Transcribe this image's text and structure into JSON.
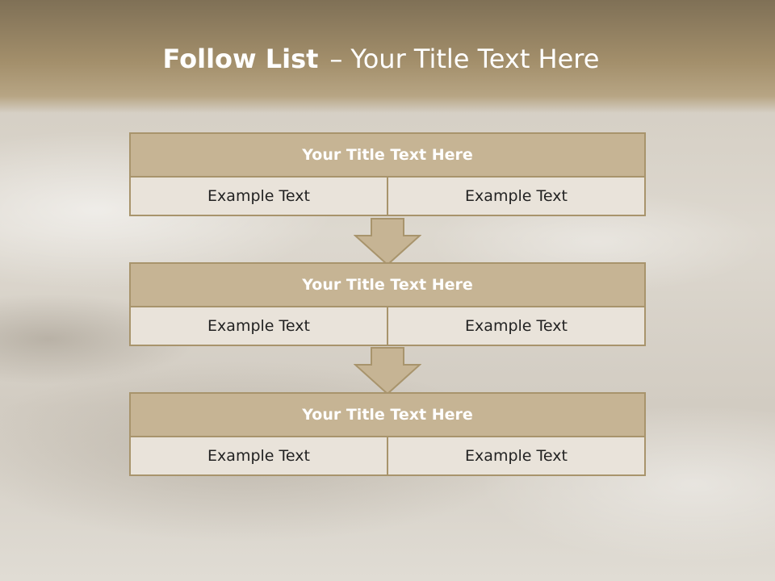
{
  "slide": {
    "title_bold": "Follow List",
    "title_separator": "–",
    "title_rest": "Your Title Text Here"
  },
  "blocks": [
    {
      "title": "Your Title Text Here",
      "left": "Example Text",
      "right": "Example Text"
    },
    {
      "title": "Your Title Text Here",
      "left": "Example Text",
      "right": "Example Text"
    },
    {
      "title": "Your Title Text Here",
      "left": "Example Text",
      "right": "Example Text"
    }
  ],
  "colors": {
    "header": "#a38f6b",
    "block_title_fill": "#c6b494",
    "cell_fill": "#e9e3da",
    "border": "#a8946c",
    "arrow_fill": "#c6b494"
  },
  "icons": {
    "connector": "down-arrow-icon"
  }
}
